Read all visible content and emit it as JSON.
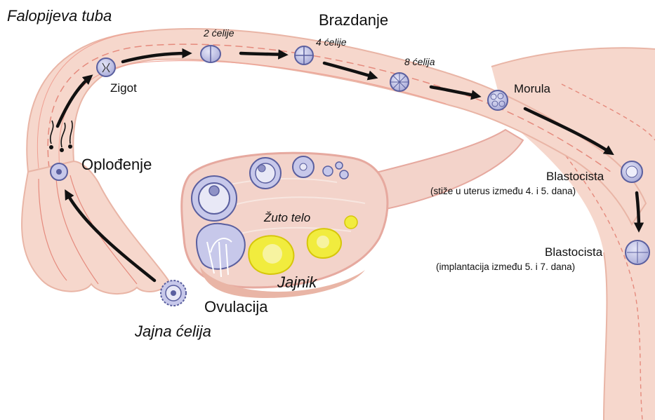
{
  "labels": {
    "tube": "Falopijeva tuba",
    "cleavage": "Brazdanje",
    "two_cells": "2 ćelije",
    "four_cells": "4 ćelije",
    "eight_cells": "8 ćelija",
    "zygote": "Zigot",
    "fertilization": "Oplođenje",
    "morula": "Morula",
    "blastocyst1": "Blastocista",
    "blastocyst1_note": "(stiže u uterus između 4. i 5. dana)",
    "blastocyst2": "Blastocista",
    "blastocyst2_note": "(implantacija između 5. i 7. dana)",
    "corpus_luteum": "Žuto telo",
    "ovary": "Jajnik",
    "ovulation": "Ovulacija",
    "egg": "Jajna ćelija"
  },
  "colors": {
    "tissue": "#f6d7cc",
    "tissue_dark": "#e9b5a6",
    "tissue_line": "#e58a7d",
    "ovary": "#f3d3ca",
    "ovary_rim": "#e6a99f",
    "cell_fill": "#c7c8ea",
    "cell_stroke": "#5a5f9f",
    "corpus": "#f1ec3e",
    "arrow": "#111111"
  }
}
